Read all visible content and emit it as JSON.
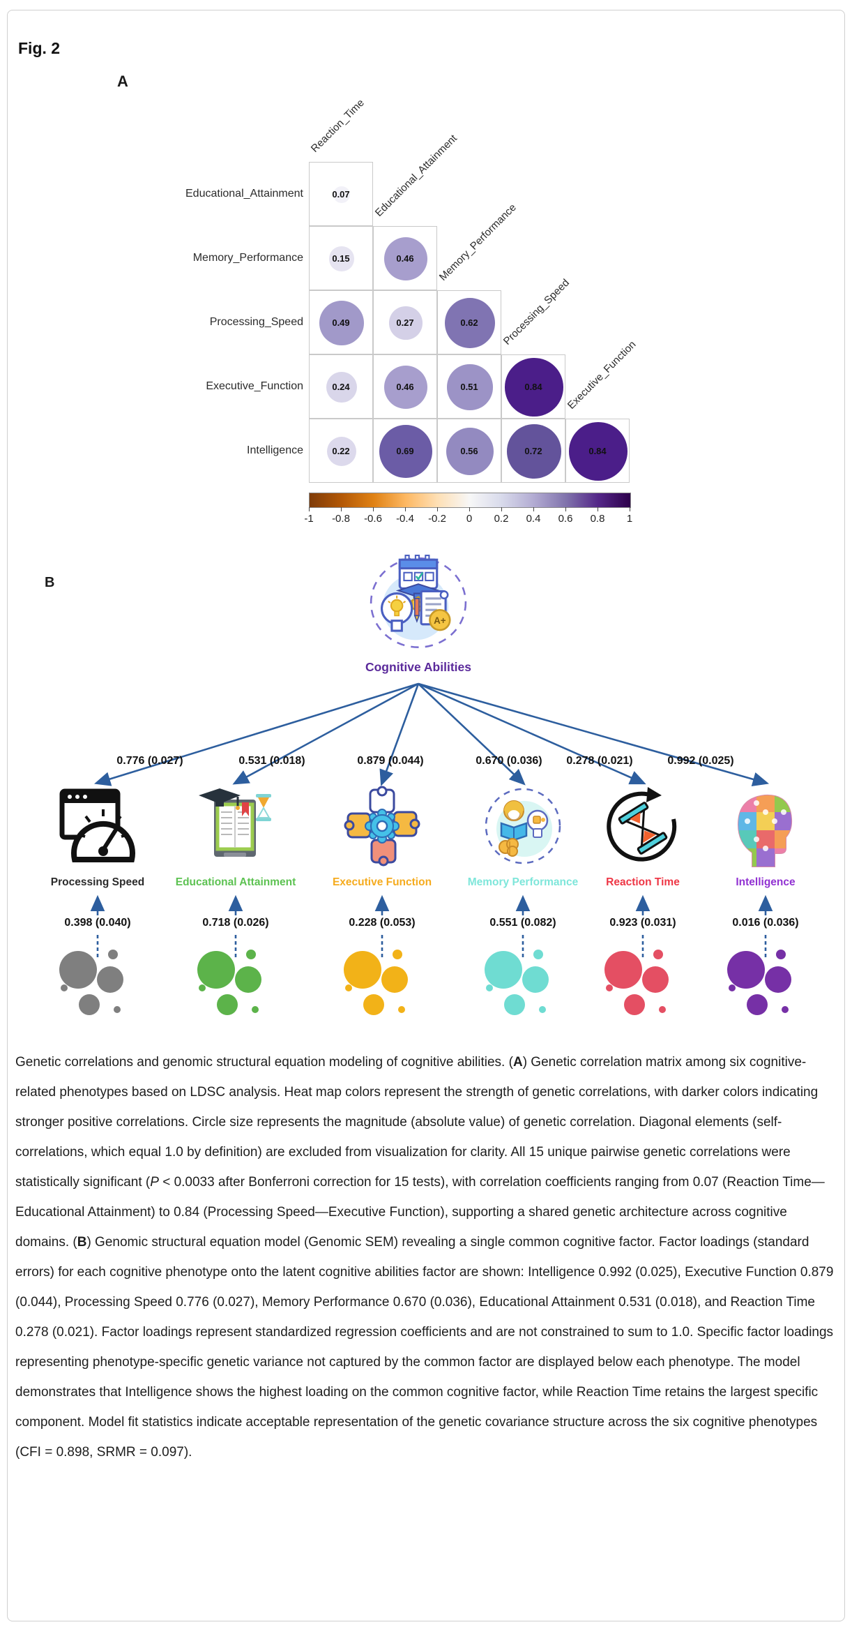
{
  "figure": {
    "label": "Fig. 2"
  },
  "panel_a": {
    "label": "A",
    "col_labels": [
      "Reaction_Time",
      "Educational_Attainment",
      "Memory_Performance",
      "Processing_Speed",
      "Executive_Function"
    ],
    "rows": [
      {
        "label": "Educational_Attainment",
        "cells": [
          {
            "value": 0.07,
            "color": "#f2f1f8"
          }
        ]
      },
      {
        "label": "Memory_Performance",
        "cells": [
          {
            "value": 0.15,
            "color": "#e6e4f1"
          },
          {
            "value": 0.46,
            "color": "#a79ecd"
          }
        ]
      },
      {
        "label": "Processing_Speed",
        "cells": [
          {
            "value": 0.49,
            "color": "#a199c9"
          },
          {
            "value": 0.27,
            "color": "#d4d0e7"
          },
          {
            "value": 0.62,
            "color": "#8074b2"
          }
        ]
      },
      {
        "label": "Executive_Function",
        "cells": [
          {
            "value": 0.24,
            "color": "#d9d6ea"
          },
          {
            "value": 0.46,
            "color": "#a79ecd"
          },
          {
            "value": 0.51,
            "color": "#9c93c6"
          },
          {
            "value": 0.84,
            "color": "#4b1e89"
          }
        ]
      },
      {
        "label": "Intelligence",
        "cells": [
          {
            "value": 0.22,
            "color": "#dcd9ec"
          },
          {
            "value": 0.69,
            "color": "#6b5ca6"
          },
          {
            "value": 0.56,
            "color": "#938ac0"
          },
          {
            "value": 0.72,
            "color": "#63539b"
          },
          {
            "value": 0.84,
            "color": "#4b1e89"
          }
        ]
      }
    ],
    "colorbar": {
      "tick_labels": [
        "-1",
        "-0.8",
        "-0.6",
        "-0.4",
        "-0.2",
        "0",
        "0.2",
        "0.4",
        "0.6",
        "0.8",
        "1"
      ],
      "gradient": [
        "#7f3b08",
        "#b35806",
        "#e08214",
        "#fdb863",
        "#fee0b6",
        "#f7f7f7",
        "#d8daeb",
        "#b2abd2",
        "#8073ac",
        "#542788",
        "#2d004b"
      ]
    }
  },
  "panel_b": {
    "label": "B",
    "latent": {
      "name": "Cognitive Abilities",
      "color": "#5b2a9b",
      "icon": "cognitive-abilities-icon"
    },
    "arrow_color": "#2d5e9e",
    "phenotypes": [
      {
        "name": "Processing Speed",
        "loading": "0.776 (0.027)",
        "specific": "0.398 (0.040)",
        "label_color": "#2b2b2b",
        "bubble_color": "#7f7f7f",
        "icon": "speedometer-browser-icon"
      },
      {
        "name": "Educational Attainment",
        "loading": "0.531 (0.018)",
        "specific": "0.718 (0.026)",
        "label_color": "#5dc252",
        "bubble_color": "#5cb34a",
        "icon": "ereader-graduation-icon"
      },
      {
        "name": "Executive Function",
        "loading": "0.879 (0.044)",
        "specific": "0.228 (0.053)",
        "label_color": "#f5ab1e",
        "bubble_color": "#f2b218",
        "icon": "puzzle-gear-icon"
      },
      {
        "name": "Memory Performance",
        "loading": "0.670 (0.036)",
        "specific": "0.551 (0.082)",
        "label_color": "#7ee6da",
        "bubble_color": "#6fdcd2",
        "icon": "person-brain-icon"
      },
      {
        "name": "Reaction Time",
        "loading": "0.278 (0.021)",
        "specific": "0.923 (0.031)",
        "label_color": "#ee3746",
        "bubble_color": "#e44f63",
        "icon": "hourglass-cycle-icon"
      },
      {
        "name": "Intelligence",
        "loading": "0.992 (0.025)",
        "specific": "0.016 (0.036)",
        "label_color": "#9132d2",
        "bubble_color": "#7630a6",
        "icon": "puzzle-head-icon"
      }
    ]
  },
  "caption": {
    "segments": [
      {
        "text": "Genetic correlations and genomic structural equation modeling of cognitive abilities. ("
      },
      {
        "text": "A",
        "bold": true
      },
      {
        "text": ") Genetic correlation matrix among six cognitive-related phenotypes based on LDSC analysis. Heat map colors represent the strength of genetic correlations, with darker colors indicating stronger positive correlations. Circle size represents the magnitude (absolute value) of genetic correlation. Diagonal elements (self-correlations, which equal 1.0 by definition) are excluded from visualization for clarity. All 15 unique pairwise genetic correlations were statistically significant ("
      },
      {
        "text": "P",
        "italic": true
      },
      {
        "text": " < 0.0033 after Bonferroni correction for 15 tests), with correlation coefficients ranging from 0.07 (Reaction Time—Educational Attainment) to 0.84 (Processing Speed—Executive Function), supporting a shared genetic architecture across cognitive domains. ("
      },
      {
        "text": "B",
        "bold": true
      },
      {
        "text": ") Genomic structural equation model (Genomic SEM) revealing a single common cognitive factor. Factor loadings (standard errors) for each cognitive phenotype onto the latent cognitive abilities factor are shown: Intelligence 0.992 (0.025), Executive Function 0.879 (0.044), Processing Speed 0.776 (0.027), Memory Performance 0.670 (0.036), Educational Attainment 0.531 (0.018), and Reaction Time 0.278 (0.021). Factor loadings represent standardized regression coefficients and are not constrained to sum to 1.0. Specific factor loadings representing phenotype-specific genetic variance not captured by the common factor are displayed below each phenotype. The model demonstrates that Intelligence shows the highest loading on the common cognitive factor, while Reaction Time retains the largest specific component. Model fit statistics indicate acceptable representation of the genetic covariance structure across the six cognitive phenotypes (CFI = 0.898, SRMR = 0.097)."
      }
    ]
  }
}
